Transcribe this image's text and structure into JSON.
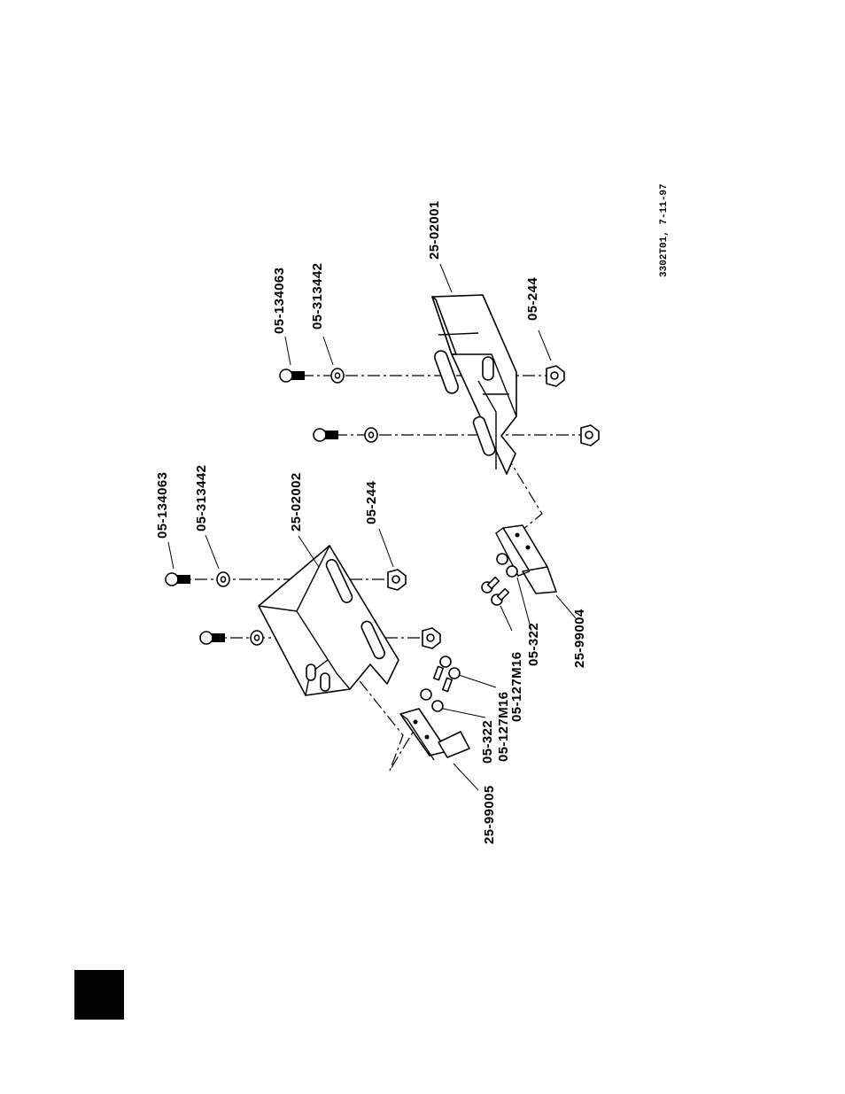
{
  "drawing": {
    "note": "3302T01, 7-11-97",
    "labels": {
      "upper_bolt": "05-134063",
      "upper_washer": "05-313442",
      "upper_bracket": "25-02001",
      "upper_nut": "05-244",
      "lower_bolt": "05-134063",
      "lower_washer": "05-313442",
      "lower_bracket": "25-02002",
      "lower_nut": "05-244",
      "right_screw": "05-127M16",
      "right_washer": "05-322",
      "right_clip": "25-99004",
      "left_screw": "05-127M16",
      "left_washer": "05-322",
      "left_clip": "25-99005"
    }
  }
}
